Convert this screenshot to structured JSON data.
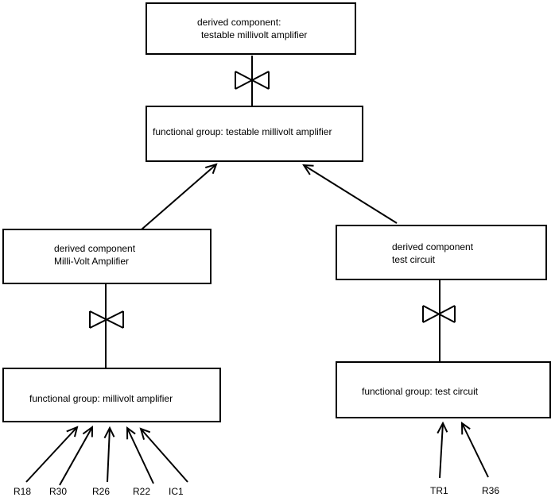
{
  "colors": {
    "background": "#ffffff",
    "stroke": "#000000",
    "text": "#000000"
  },
  "icons": {
    "bowtie_connector": "bowtie (two triangles tip-to-tip, decomposition symbol)"
  },
  "nodes": {
    "top_derived": {
      "line1": "derived component:",
      "line2": "testable millivolt amplifier"
    },
    "fg_testable": {
      "label": "functional group: testable millivolt amplifier"
    },
    "left_derived": {
      "line1": "derived component",
      "line2": "Milli-Volt Amplifier"
    },
    "left_fg": {
      "label": "functional group: millivolt amplifier"
    },
    "right_derived": {
      "line1": "derived component",
      "line2": "test circuit"
    },
    "right_fg": {
      "label": "functional group: test circuit"
    }
  },
  "leaves": {
    "left": [
      "R18",
      "R30",
      "R26",
      "R22",
      "IC1"
    ],
    "right": [
      "TR1",
      "R36"
    ]
  }
}
